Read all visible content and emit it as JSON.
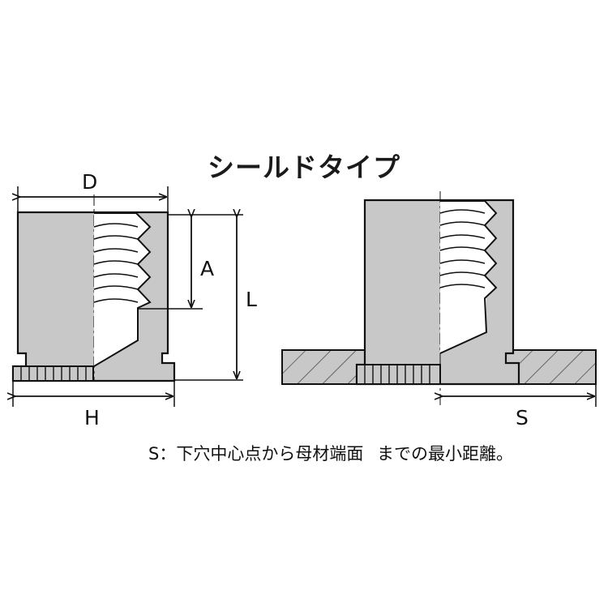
{
  "title": "シールドタイプ",
  "labels": {
    "D": "D",
    "A": "A",
    "L": "L",
    "H": "H",
    "S": "S"
  },
  "note": {
    "prefix": "S：下穴中心点から母材端面",
    "suffix": "までの最小距離。"
  },
  "colors": {
    "body_fill": "#c8c8c8",
    "plate_fill": "#c8c8c8",
    "line": "#111111",
    "background": "#ffffff"
  }
}
